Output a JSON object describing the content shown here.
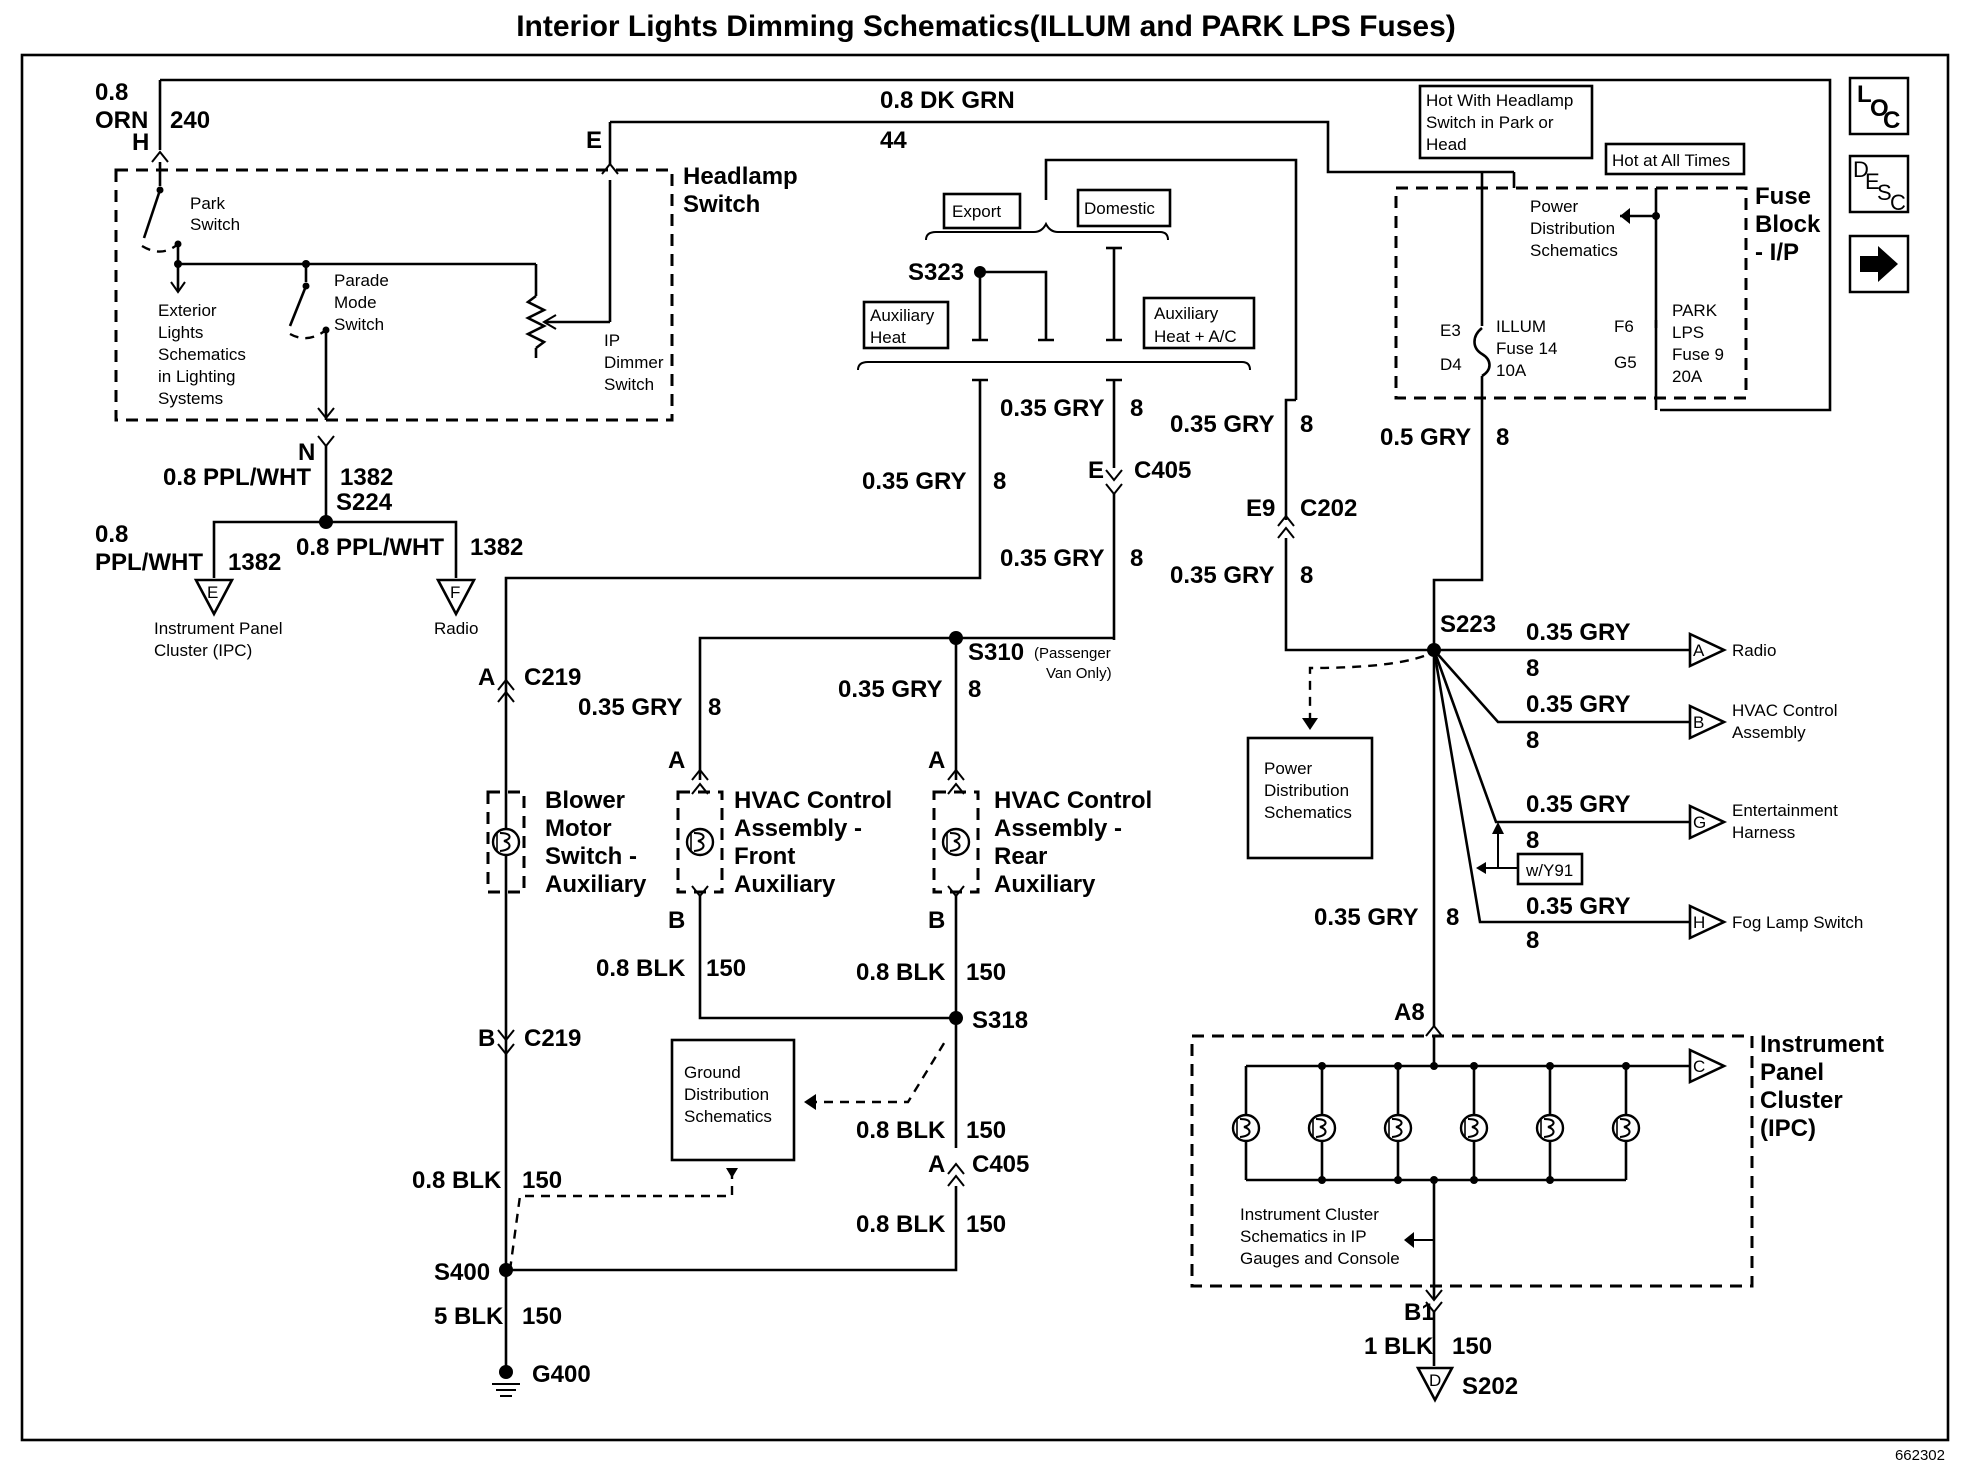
{
  "title": "Interior Lights Dimming Schematics(ILLUM and PARK LPS Fuses)",
  "figure_number": "662302",
  "nav": {
    "loc": {
      "c1": "L",
      "c2": "O",
      "c3": "C"
    },
    "desc": {
      "c1": "D",
      "c2": "E",
      "c3": "S",
      "c4": "C"
    },
    "next_icon": "arrow-right-icon"
  },
  "headlamp": {
    "label_1": "Headlamp",
    "label_2": "Switch",
    "wire_top_1": "0.8",
    "wire_top_2": "ORN",
    "wire_top_circuit": "240",
    "pin_h": "H",
    "pin_e": "E",
    "park_switch_1": "Park",
    "park_switch_2": "Switch",
    "parade_1": "Parade",
    "parade_2": "Mode",
    "parade_3": "Switch",
    "exterior_1": "Exterior",
    "exterior_2": "Lights",
    "exterior_3": "Schematics",
    "exterior_4": "in Lighting",
    "exterior_5": "Systems",
    "dimmer_1": "IP",
    "dimmer_2": "Dimmer",
    "dimmer_3": "Switch",
    "pin_n": "N"
  },
  "top_wire": {
    "label": "0.8 DK GRN",
    "circuit": "44"
  },
  "hot_park_head": {
    "l1": "Hot With Headlamp",
    "l2": "Switch in Park or",
    "l3": "Head"
  },
  "hot_all_times": "Hot at All Times",
  "fuse_block": {
    "l1": "Fuse",
    "l2": "Block",
    "l3": "- I/P",
    "power_1": "Power",
    "power_2": "Distribution",
    "power_3": "Schematics",
    "e3": "E3",
    "d4": "D4",
    "f6": "F6",
    "g5": "G5",
    "illum_1": "ILLUM",
    "illum_2": "Fuse 14",
    "illum_3": "10A",
    "park_1": "PARK",
    "park_2": "LPS",
    "park_3": "Fuse 9",
    "park_4": "20A"
  },
  "options": {
    "export": "Export",
    "domestic": "Domestic",
    "s323": "S323",
    "aux_heat_1": "Auxiliary",
    "aux_heat_2": "Heat",
    "aux_ac_1": "Auxiliary",
    "aux_ac_2": "Heat + A/C"
  },
  "wires": {
    "gry035": "0.35 GRY",
    "c8": "8",
    "gry05": "0.5 GRY",
    "ppl": "0.8 PPL/WHT",
    "ppl_a": "0.8",
    "ppl_b": "PPL/WHT",
    "c1382": "1382",
    "blk08": "0.8 BLK",
    "c150": "150",
    "blk5": "5 BLK",
    "blk1": "1 BLK"
  },
  "connectors": {
    "e_c405": "E",
    "c405": "C405",
    "a_c405": "A",
    "e9": "E9",
    "c202": "C202",
    "a_c219": "A",
    "c219": "C219",
    "b_c219": "B",
    "a_front": "A",
    "b_front": "B",
    "a_rear": "A",
    "b_rear": "B",
    "a8": "A8",
    "b1": "B1"
  },
  "splices": {
    "s224": "S224",
    "s310": "S310",
    "s310_note_1": "(Passenger",
    "s310_note_2": "Van Only)",
    "s318": "S318",
    "s400": "S400",
    "s223": "S223",
    "g400": "G400",
    "s202": "S202"
  },
  "components": {
    "blower_1": "Blower",
    "blower_2": "Motor",
    "blower_3": "Switch -",
    "blower_4": "Auxiliary",
    "hvac_front_1": "HVAC Control",
    "hvac_front_2": "Assembly -",
    "hvac_front_3": "Front",
    "hvac_front_4": "Auxiliary",
    "hvac_rear_1": "HVAC Control",
    "hvac_rear_2": "Assembly -",
    "hvac_rear_3": "Rear",
    "hvac_rear_4": "Auxiliary"
  },
  "refs": {
    "ipc_1": "Instrument Panel",
    "ipc_2": "Cluster (IPC)",
    "radio_left": "Radio",
    "radio": "Radio",
    "hvac_1": "HVAC Control",
    "hvac_2": "Assembly",
    "ent_1": "Entertainment",
    "ent_2": "Harness",
    "fog": "Fog Lamp Switch",
    "wy91": "w/Y91",
    "e_letter": "E",
    "f_letter": "F",
    "a_letter": "A",
    "b_letter": "B",
    "g_letter": "G",
    "h_letter": "H",
    "c_letter": "C",
    "d_letter": "D"
  },
  "pds_box": {
    "l1": "Power",
    "l2": "Distribution",
    "l3": "Schematics"
  },
  "gds_box": {
    "l1": "Ground",
    "l2": "Distribution",
    "l3": "Schematics"
  },
  "ipc": {
    "l1": "Instrument",
    "l2": "Panel",
    "l3": "Cluster",
    "l4": "(IPC)",
    "ref_1": "Instrument Cluster",
    "ref_2": "Schematics in IP",
    "ref_3": "Gauges and Console"
  }
}
